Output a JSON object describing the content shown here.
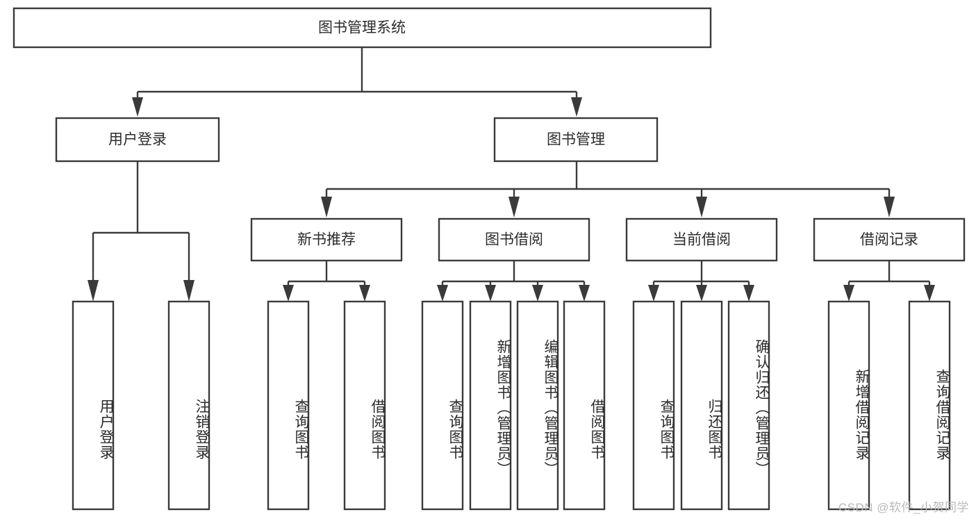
{
  "diagram": {
    "type": "tree-hierarchy",
    "title": "图书管理系统",
    "levels": 4,
    "nodes": {
      "root": {
        "label": "图书管理系统",
        "level": 1
      },
      "level2": [
        {
          "id": "user-login",
          "label": "用户登录"
        },
        {
          "id": "book-management",
          "label": "图书管理"
        }
      ],
      "level3": [
        {
          "id": "new-book-recommend",
          "label": "新书推荐",
          "parent": "book-management"
        },
        {
          "id": "book-borrow",
          "label": "图书借阅",
          "parent": "book-management"
        },
        {
          "id": "current-borrow",
          "label": "当前借阅",
          "parent": "book-management"
        },
        {
          "id": "borrow-record",
          "label": "借阅记录",
          "parent": "book-management"
        }
      ],
      "leaves": [
        {
          "id": "leaf-user-login",
          "label": "用户登录",
          "parent": "user-login"
        },
        {
          "id": "leaf-logout-login",
          "label": "注销登录",
          "parent": "user-login"
        },
        {
          "id": "leaf-query-book-1",
          "label": "查询图书",
          "parent": "new-book-recommend"
        },
        {
          "id": "leaf-borrow-book-1",
          "label": "借阅图书",
          "parent": "new-book-recommend"
        },
        {
          "id": "leaf-query-book-2",
          "label": "查询图书",
          "parent": "book-borrow"
        },
        {
          "id": "leaf-add-book",
          "label": "新增图书（管理员）",
          "parent": "book-borrow"
        },
        {
          "id": "leaf-edit-book",
          "label": "编辑图书（管理员）",
          "parent": "book-borrow"
        },
        {
          "id": "leaf-borrow-book-2",
          "label": "借阅图书",
          "parent": "book-borrow"
        },
        {
          "id": "leaf-query-book-3",
          "label": "查询图书",
          "parent": "current-borrow"
        },
        {
          "id": "leaf-return-book",
          "label": "归还图书",
          "parent": "current-borrow"
        },
        {
          "id": "leaf-confirm-return",
          "label": "确认归还（管理员）",
          "parent": "current-borrow"
        },
        {
          "id": "leaf-add-record",
          "label": "新增借阅记录",
          "parent": "borrow-record"
        },
        {
          "id": "leaf-query-record",
          "label": "查询借阅记录",
          "parent": "borrow-record"
        }
      ]
    },
    "colors": {
      "stroke": "#3a3a3a",
      "fill": "#ffffff",
      "text": "#2b2b2b",
      "watermark": "#b9b9b9"
    }
  },
  "watermark": {
    "text": "CSDN @软件_小贺同学"
  }
}
